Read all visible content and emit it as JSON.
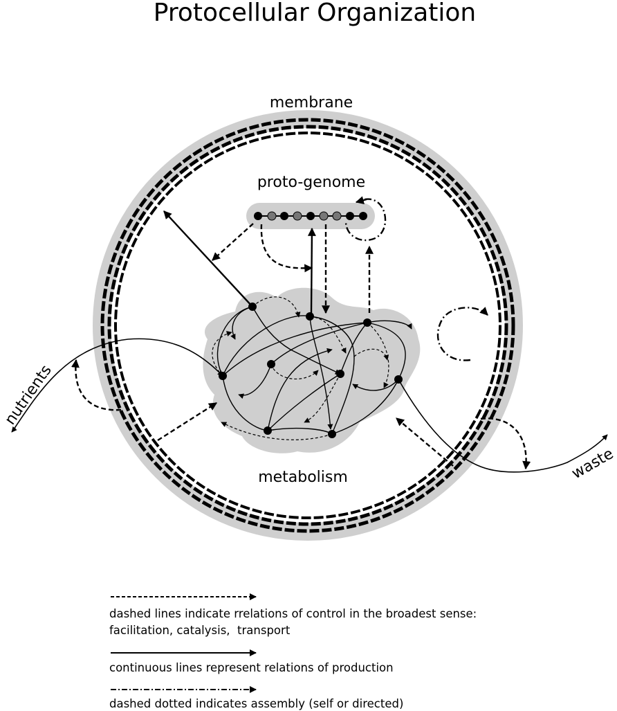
{
  "title": "Protocellular Organization",
  "labels": {
    "membrane": "membrane",
    "proto_genome": "proto-genome",
    "metabolism": "metabolism",
    "nutrients": "nutrients",
    "waste": "waste"
  },
  "legend": [
    {
      "style": "dashed",
      "line1": "dashed lines indicate rrelations of control in the broadest sense:",
      "line2": "facilitation, catalysis,  transport"
    },
    {
      "style": "continuous",
      "line1": "continuous lines represent relations of production"
    },
    {
      "style": "dash-dot",
      "line1": "dashed dotted indicates assembly (self or directed)"
    }
  ]
}
